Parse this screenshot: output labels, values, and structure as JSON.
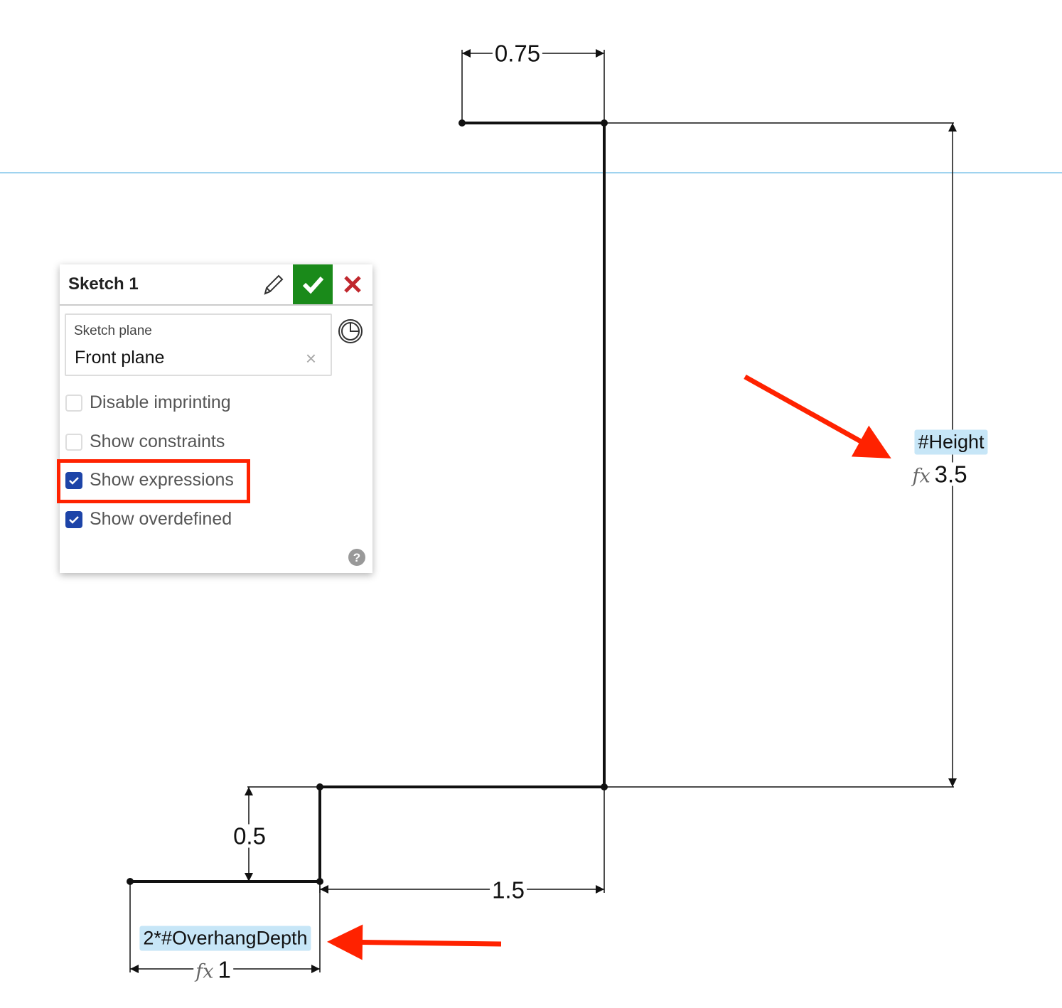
{
  "panel": {
    "title": "Sketch 1",
    "sketch_plane_label": "Sketch plane",
    "sketch_plane_value": "Front plane",
    "options": [
      {
        "label": "Disable imprinting",
        "checked": false
      },
      {
        "label": "Show constraints",
        "checked": false
      },
      {
        "label": "Show expressions",
        "checked": true
      },
      {
        "label": "Show overdefined",
        "checked": true
      }
    ]
  },
  "dimensions": {
    "top_width": "0.75",
    "height_expr": "#Height",
    "height_fx": "fx",
    "height_value": "3.5",
    "step_height": "0.5",
    "step_width": "1.5",
    "overhang_expr": "2*#OverhangDepth",
    "overhang_fx": "fx",
    "overhang_value": "1"
  },
  "colors": {
    "accept": "#1a8a1a",
    "cancel": "#c0272d",
    "checkbox": "#1d44a8",
    "highlight": "#ff2200",
    "expression_bg": "#c7e6f7",
    "plane_line": "#9fd3ef"
  }
}
